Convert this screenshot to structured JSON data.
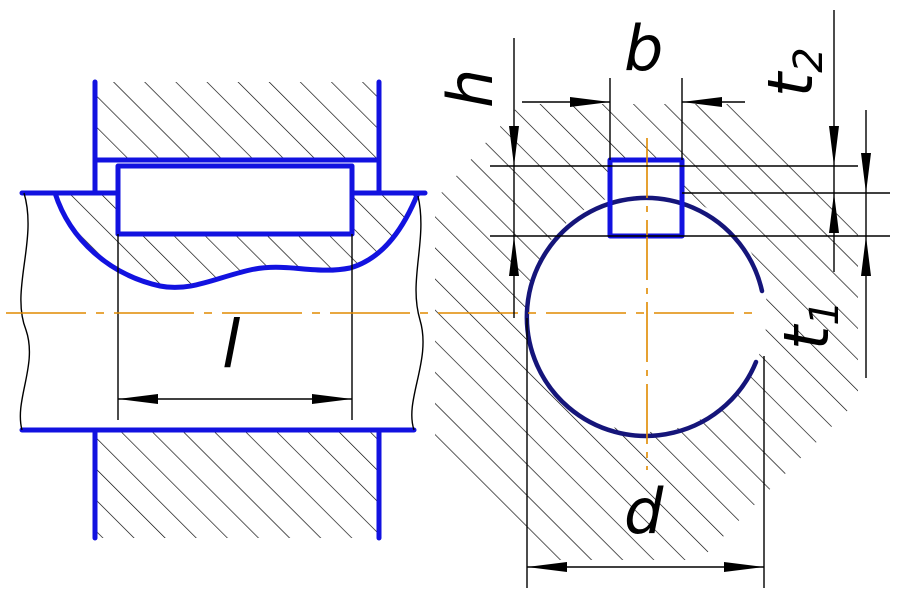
{
  "labels": {
    "h": "h",
    "b": "b",
    "t2_base": "t",
    "t2_sub": "2",
    "t1_base": "t",
    "t1_sub": "1",
    "l": "l",
    "d": "d"
  },
  "colors": {
    "outline": "#1212e0",
    "shaft_circle": "#15157a",
    "axis": "#e08a00",
    "hatch": "#000000",
    "background": "#ffffff"
  }
}
